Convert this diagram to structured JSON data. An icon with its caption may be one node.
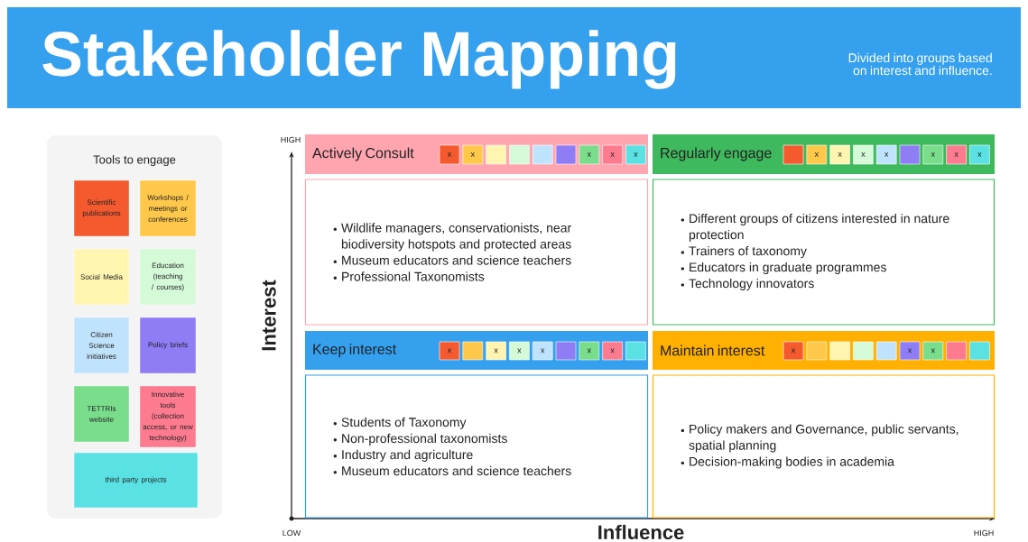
{
  "diagram": {
    "title": "Stakeholder Mapping",
    "nodes": [
      {
        "text": [
          "Tools to engage"
        ]
      },
      {
        "text": [
          "Scientific publications"
        ],
        "in": 0
      },
      {
        "text": [
          "Workshops / meetings or conferences"
        ],
        "in": 0
      },
      {
        "text": [
          "Social Media"
        ],
        "in": 0
      },
      {
        "text": [
          "Education (teaching / courses)"
        ],
        "in": 0
      },
      {
        "text": [
          "Citizen Science initiatives"
        ],
        "in": 0
      },
      {
        "text": [
          "Policy briefs"
        ],
        "in": 0
      },
      {
        "text": [
          "TETTRIs website"
        ],
        "in": 0
      },
      {
        "text": [
          "Innovative tools (collection access, or new technology)"
        ],
        "in": 0
      },
      {
        "text": [
          "third party projects"
        ],
        "in": 0
      },
      {
        "text": [
          "Actively Consult"
        ]
      },
      {
        "text": [
          "x"
        ],
        "in": 10
      },
      {
        "text": [
          "x"
        ],
        "in": 10
      },
      {
        "text": [],
        "shape": "box",
        "in": 10
      },
      {
        "text": [],
        "shape": "box",
        "in": 10
      },
      {
        "text": [],
        "shape": "box",
        "in": 10
      },
      {
        "text": [],
        "shape": "box",
        "in": 10
      },
      {
        "text": [
          "x"
        ],
        "in": 10
      },
      {
        "text": [
          "x"
        ],
        "in": 10
      },
      {
        "text": [
          "x"
        ],
        "in": 10
      },
      {
        "text": [
          "Wildlife managers, conservationists, near biodiversity hotspots and protected areas",
          "Museum educators and science teachers",
          "Professional Taxonomists"
        ]
      },
      {
        "text": [
          "Regularly engage"
        ]
      },
      {
        "text": [],
        "shape": "box",
        "in": 21
      },
      {
        "text": [
          "x"
        ],
        "in": 21
      },
      {
        "text": [
          "x"
        ],
        "in": 21
      },
      {
        "text": [
          "x"
        ],
        "in": 21
      },
      {
        "text": [
          "x"
        ],
        "in": 21
      },
      {
        "text": [],
        "shape": "box",
        "in": 21
      },
      {
        "text": [
          "x"
        ],
        "in": 21
      },
      {
        "text": [
          "x"
        ],
        "in": 21
      },
      {
        "text": [
          "x"
        ],
        "in": 21
      },
      {
        "text": [
          "Different groups of citizens interested in nature protection",
          "Trainers of taxonomy",
          "Educators in graduate programmes",
          "Technology innovators"
        ]
      },
      {
        "text": [
          "Keep interest"
        ]
      },
      {
        "text": [
          "x"
        ],
        "in": 32
      },
      {
        "text": [],
        "shape": "box",
        "in": 32
      },
      {
        "text": [
          "x"
        ],
        "in": 32
      },
      {
        "text": [
          "x"
        ],
        "in": 32
      },
      {
        "text": [
          "x"
        ],
        "in": 32
      },
      {
        "text": [],
        "shape": "box",
        "in": 32
      },
      {
        "text": [
          "x"
        ],
        "in": 32
      },
      {
        "text": [
          "x"
        ],
        "in": 32
      },
      {
        "text": [],
        "shape": "box",
        "in": 32
      },
      {
        "text": [
          "Students of Taxonomy",
          "Non-professional taxonomists",
          "Industry and agriculture",
          "Museum educators and science teachers"
        ]
      },
      {
        "text": [
          "Maintain interest"
        ]
      },
      {
        "text": [
          "x"
        ],
        "in": 43
      },
      {
        "text": [],
        "shape": "box",
        "in": 43
      },
      {
        "text": [],
        "shape": "box",
        "in": 43
      },
      {
        "text": [],
        "shape": "box",
        "in": 43
      },
      {
        "text": [],
        "shape": "box",
        "in": 43
      },
      {
        "text": [
          "x"
        ],
        "in": 43
      },
      {
        "text": [
          "x"
        ],
        "in": 43
      },
      {
        "text": [],
        "shape": "box",
        "in": 43
      },
      {
        "text": [],
        "shape": "box",
        "in": 43
      },
      {
        "text": [
          "Policy makers and Governance, public servants, spatial planning",
          "Decision-making bodies in academia"
        ]
      }
    ],
    "labels": [
      "Divided into groups based on interest and influence.",
      "HIGH",
      "Interest",
      "LOW",
      "Influence",
      "HIGH"
    ]
  }
}
